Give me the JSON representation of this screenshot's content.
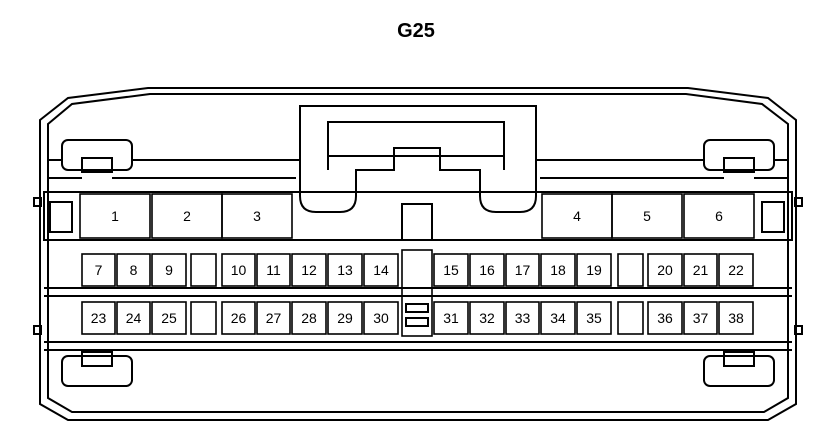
{
  "connector": {
    "name": "G25",
    "large_terminals": [
      "1",
      "2",
      "3",
      "4",
      "5",
      "6"
    ],
    "row1_terminals": [
      "7",
      "8",
      "9",
      "",
      "10",
      "11",
      "12",
      "13",
      "14",
      "15",
      "16",
      "17",
      "18",
      "19",
      "",
      "20",
      "21",
      "22"
    ],
    "row2_terminals": [
      "23",
      "24",
      "25",
      "",
      "26",
      "27",
      "28",
      "29",
      "30",
      "31",
      "32",
      "33",
      "34",
      "35",
      "",
      "36",
      "37",
      "38"
    ]
  }
}
